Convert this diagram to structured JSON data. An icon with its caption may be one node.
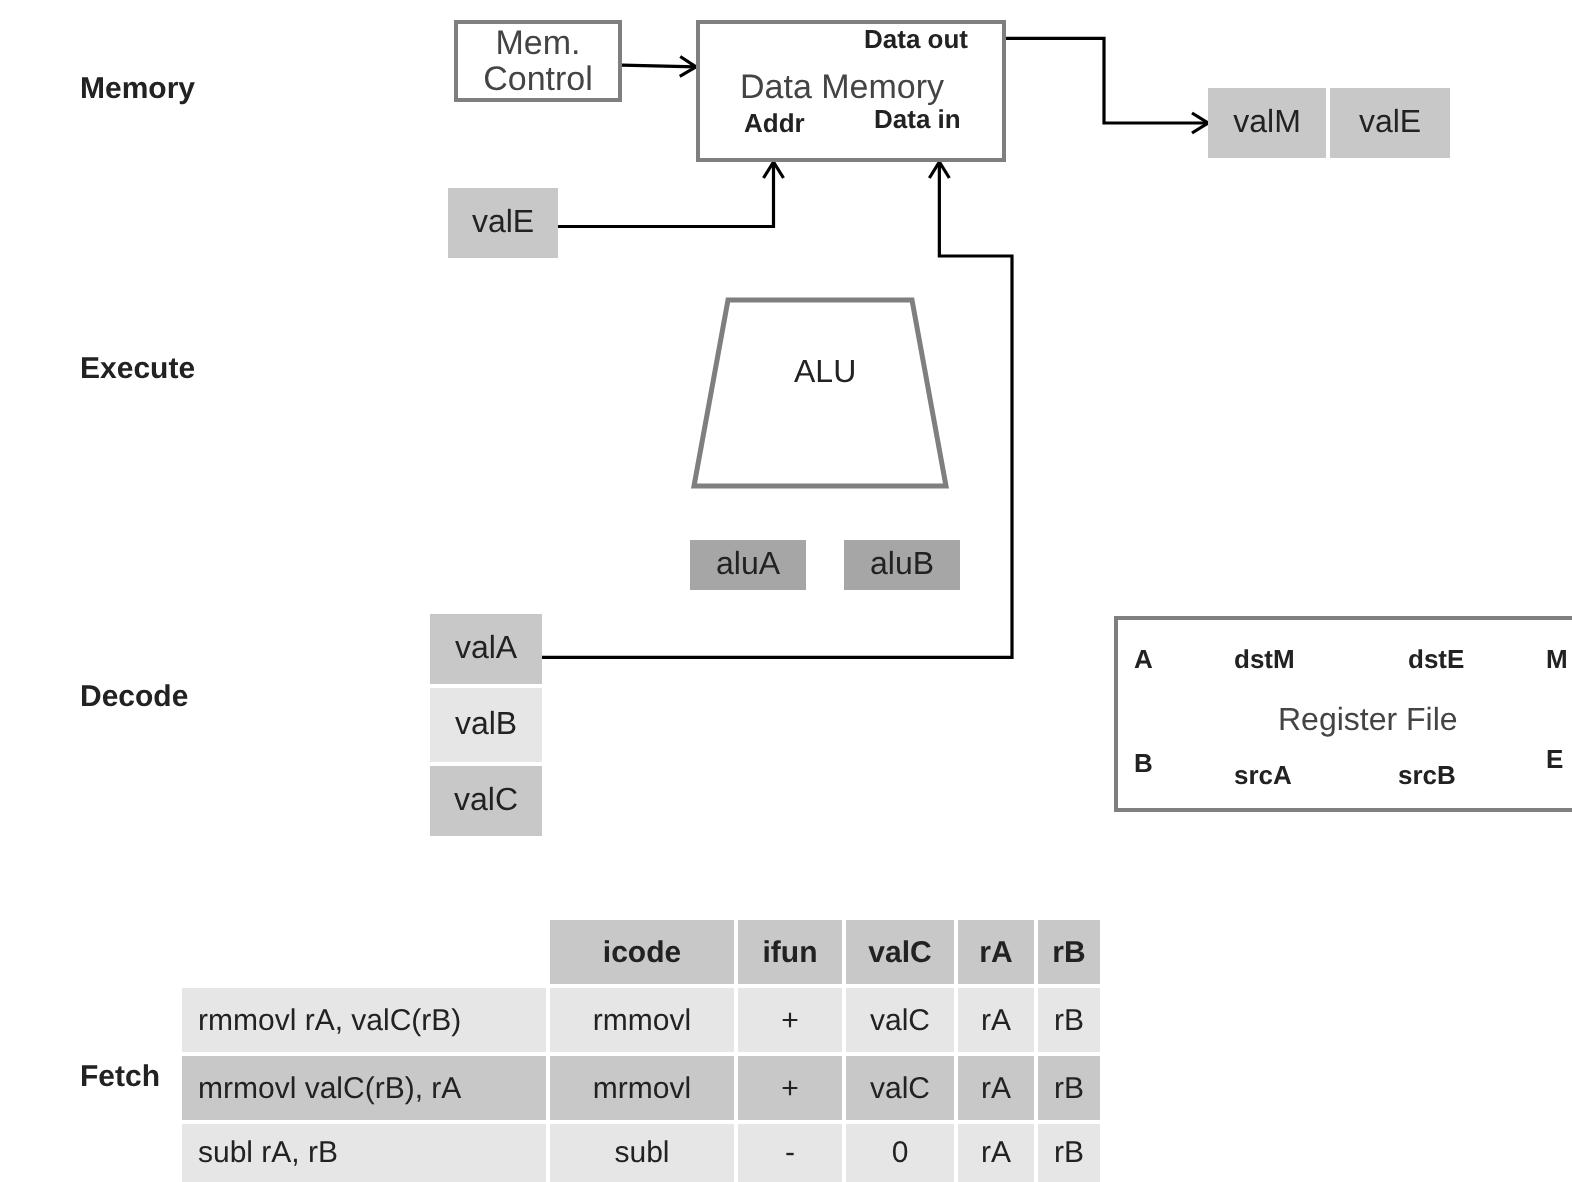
{
  "diagram": {
    "nodes": [
      {
        "text": [
          "Mem. Control"
        ]
      },
      {
        "text": [
          "Data out",
          "Data Memory",
          "Addr",
          "Data in"
        ]
      },
      {
        "text": [
          "valM"
        ]
      },
      {
        "text": [
          "valE"
        ]
      },
      {
        "text": [
          "valE"
        ]
      },
      {
        "text": [
          "ALU"
        ]
      },
      {
        "text": [
          "aluA"
        ]
      },
      {
        "text": [
          "aluB"
        ]
      },
      {
        "text": [
          "valA"
        ]
      },
      {
        "text": [
          "valB"
        ]
      },
      {
        "text": [
          "valC"
        ]
      },
      {
        "text": [
          "A",
          "dstM",
          "dstE",
          "M",
          "Register File",
          "B",
          "srcA",
          "srcB",
          "E"
        ]
      }
    ],
    "edges": [
      {
        "from": 0,
        "to": 1,
        "arrow": "to"
      },
      {
        "from": 1,
        "to": 2,
        "arrow": "to"
      },
      {
        "from": 4,
        "to": 1,
        "arrow": "to"
      },
      {
        "from": 8,
        "to": 1,
        "arrow": "to"
      }
    ],
    "labels": [
      "Memory",
      "Execute",
      "Decode",
      "Fetch",
      "icode",
      "ifun",
      "valC",
      "rA",
      "rB",
      "rmmovl rA, valC(rB)",
      "rmmovl",
      "+",
      "valC",
      "rA",
      "rB",
      "mrmovl valC(rB), rA",
      "mrmovl",
      "+",
      "valC",
      "rA",
      "rB",
      "subl rA, rB",
      "subl",
      "-",
      "0",
      "rA",
      "rB"
    ]
  }
}
